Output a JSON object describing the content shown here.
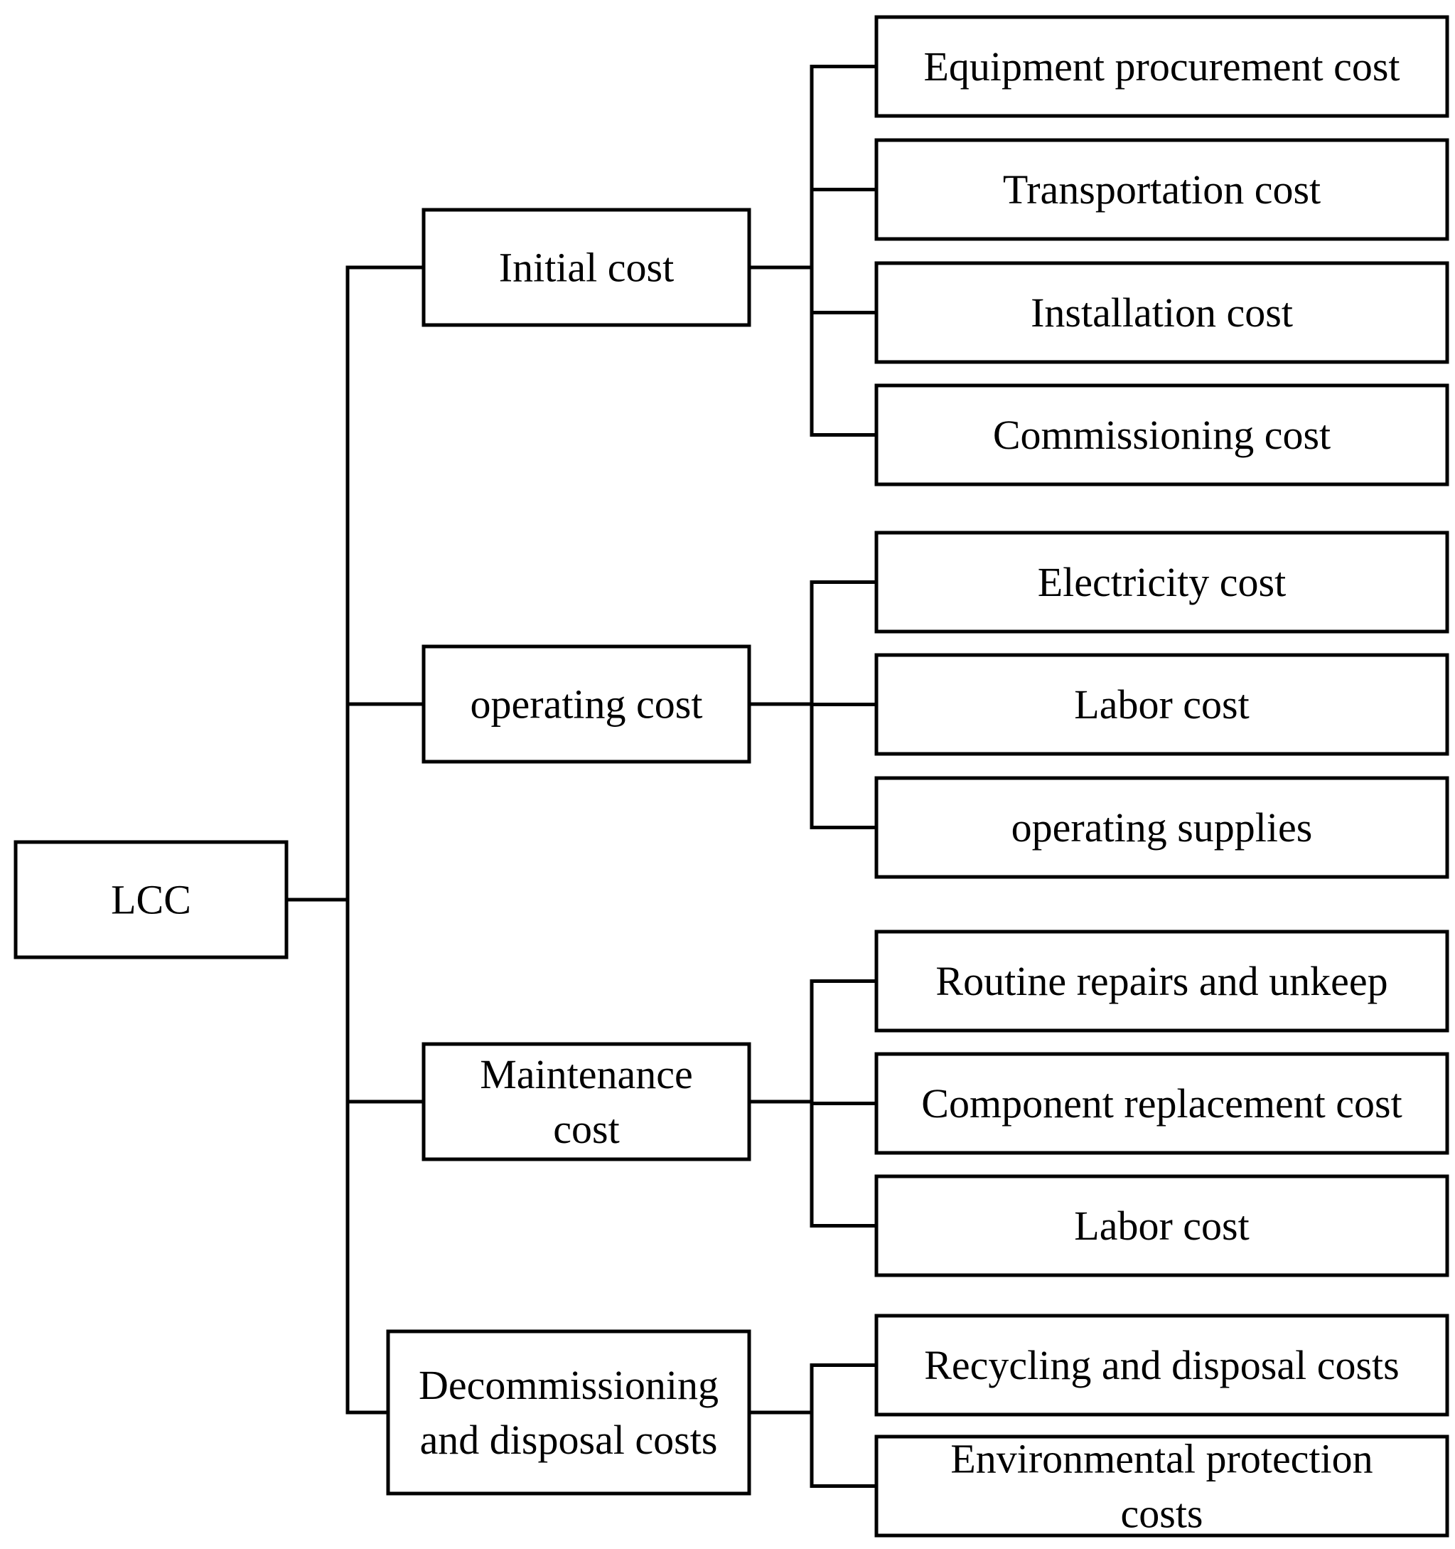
{
  "root": {
    "label": "LCC"
  },
  "branches": [
    {
      "label": [
        "Initial cost"
      ],
      "children": [
        [
          "Equipment procurement cost"
        ],
        [
          "Transportation cost"
        ],
        [
          "Installation cost"
        ],
        [
          "Commissioning cost"
        ]
      ]
    },
    {
      "label": [
        "operating cost"
      ],
      "children": [
        [
          "Electricity cost"
        ],
        [
          "Labor cost"
        ],
        [
          "operating supplies"
        ]
      ]
    },
    {
      "label": [
        "Maintenance",
        "cost"
      ],
      "children": [
        [
          "Routine repairs and unkeep"
        ],
        [
          "Component replacement cost"
        ],
        [
          "Labor cost"
        ]
      ]
    },
    {
      "label": [
        "Decommissioning",
        "and disposal costs"
      ],
      "children": [
        [
          "Recycling and disposal costs"
        ],
        [
          "Environmental protection",
          "costs"
        ]
      ]
    }
  ]
}
